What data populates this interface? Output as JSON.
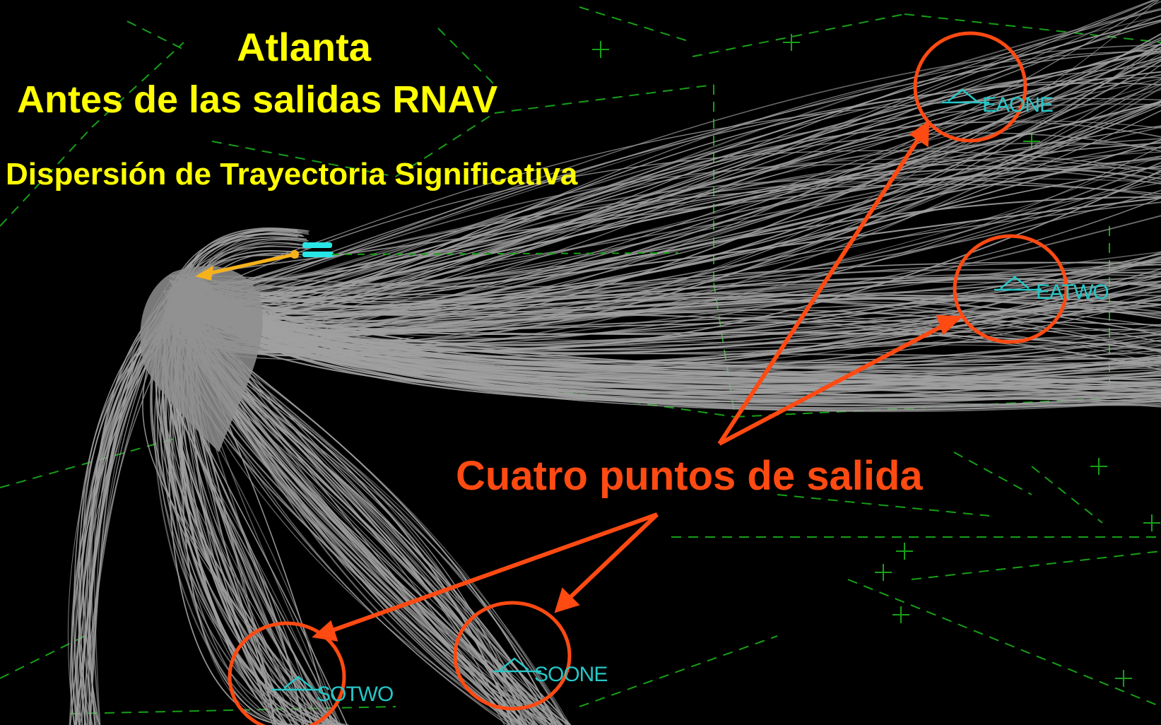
{
  "title": {
    "line1": "Atlanta",
    "line2": "Antes de las salidas RNAV"
  },
  "subtitle": "Dispersión de Trayectoria Significativa",
  "callout": "Cuatro puntos de salida",
  "fixes": {
    "eaone": "EAONE",
    "eatwo": "EATWO",
    "soone": "SOONE",
    "sotwo": "SOTWO"
  },
  "colors": {
    "background": "#000000",
    "tracks": "#a0a0a0",
    "airspace_lines": "#16a016",
    "title_text": "#ffff00",
    "callout": "#ff4a12",
    "fix_labels": "#25c7c7",
    "runway": "#29e6e6",
    "departure_arrow": "#f6b21b"
  }
}
